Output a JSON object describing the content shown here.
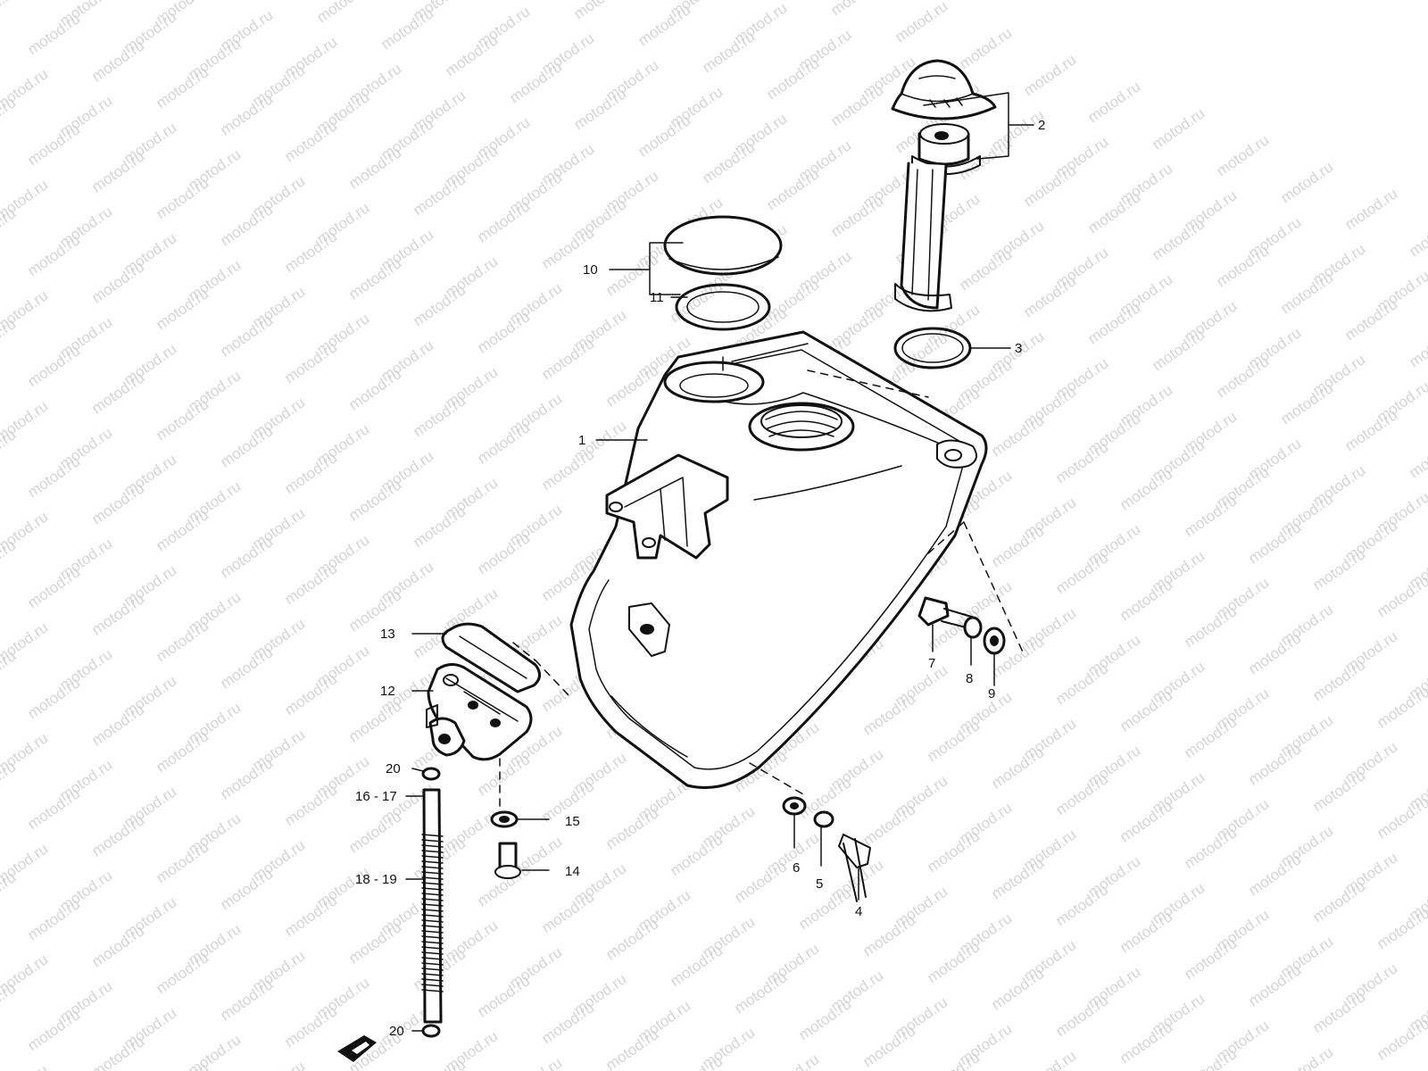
{
  "watermark": {
    "text": "motod.ru"
  },
  "callouts": [
    {
      "id": "1",
      "label": "1"
    },
    {
      "id": "2",
      "label": "2"
    },
    {
      "id": "3",
      "label": "3"
    },
    {
      "id": "4",
      "label": "4"
    },
    {
      "id": "5",
      "label": "5"
    },
    {
      "id": "6",
      "label": "6"
    },
    {
      "id": "7",
      "label": "7"
    },
    {
      "id": "8",
      "label": "8"
    },
    {
      "id": "9",
      "label": "9"
    },
    {
      "id": "10",
      "label": "10"
    },
    {
      "id": "11",
      "label": "11"
    },
    {
      "id": "12",
      "label": "12"
    },
    {
      "id": "13",
      "label": "13"
    },
    {
      "id": "14",
      "label": "14"
    },
    {
      "id": "15",
      "label": "15"
    },
    {
      "id": "16-17",
      "label": "16 - 17"
    },
    {
      "id": "18-19",
      "label": "18 - 19"
    },
    {
      "id": "20a",
      "label": "20"
    },
    {
      "id": "20b",
      "label": "20"
    }
  ]
}
